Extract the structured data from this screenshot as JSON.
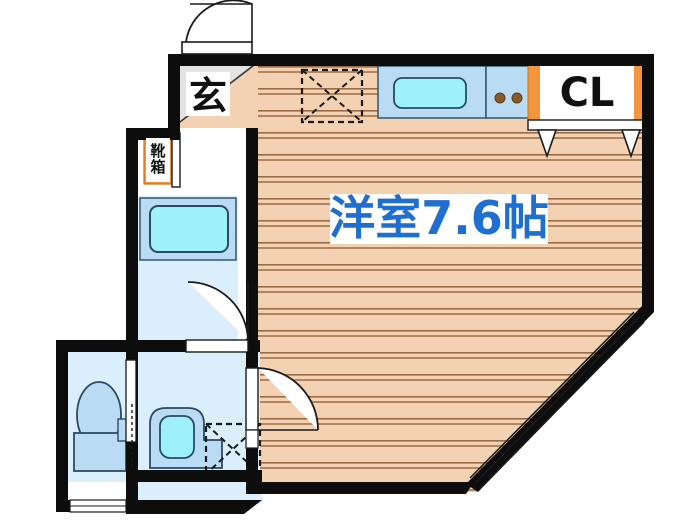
{
  "plan": {
    "title": "洋室7.6帖 間取図",
    "unit_type": "1R",
    "colors": {
      "wall": "#0d0d0d",
      "floor_wood": "#f3d2b3",
      "floor_wood_line": "#9c6b44",
      "floor_tile_entry": "#e3e3e3",
      "water_area": "#dbeefc",
      "fixture_blue": "#b9dbf4",
      "fixture_cyan": "#9ef0fa",
      "closet_orange": "#f2953c",
      "text_blue": "#1f6fd0",
      "text_black": "#101010",
      "burner_brown": "#8a5a2b",
      "background": "#ffffff"
    }
  },
  "labels": {
    "main_room": "洋室7.6帖",
    "entrance": "玄",
    "shoe_box": "靴箱",
    "closet": "CL"
  },
  "rooms": [
    {
      "name": "main-room",
      "label": "洋室7.6帖",
      "size": "7.6",
      "unit": "帖",
      "floor": "wood"
    },
    {
      "name": "entrance",
      "label": "玄",
      "floor": "tile"
    },
    {
      "name": "closet",
      "label": "CL",
      "floor": "none"
    },
    {
      "name": "bath",
      "label": "",
      "floor": "water"
    },
    {
      "name": "toilet",
      "label": "",
      "floor": "water"
    },
    {
      "name": "washroom",
      "label": "",
      "floor": "water"
    },
    {
      "name": "corridor",
      "label": "",
      "floor": "water"
    }
  ],
  "fixtures": [
    {
      "name": "shoe-box",
      "label": "靴箱",
      "kind": "cabinet"
    },
    {
      "name": "kitchen-sink",
      "label": "",
      "kind": "sink"
    },
    {
      "name": "gas-stove",
      "label": "",
      "kind": "stove",
      "burners": 2
    },
    {
      "name": "refrigerator-space",
      "label": "",
      "kind": "appliance-space"
    },
    {
      "name": "washing-machine-space",
      "label": "",
      "kind": "appliance-space"
    },
    {
      "name": "bathtub",
      "label": "",
      "kind": "tub"
    },
    {
      "name": "toilet-bowl",
      "label": "",
      "kind": "toilet"
    },
    {
      "name": "wash-basin",
      "label": "",
      "kind": "basin"
    },
    {
      "name": "closet-hanger",
      "label": "",
      "kind": "closet"
    }
  ],
  "openings": [
    {
      "name": "entrance-door",
      "kind": "swing-door"
    },
    {
      "name": "bath-door",
      "kind": "swing-door"
    },
    {
      "name": "washroom-door",
      "kind": "swing-door"
    },
    {
      "name": "balcony-window",
      "kind": "sliding-window"
    },
    {
      "name": "closet-doors",
      "kind": "folding-door"
    },
    {
      "name": "toilet-door",
      "kind": "sliding-door"
    }
  ]
}
